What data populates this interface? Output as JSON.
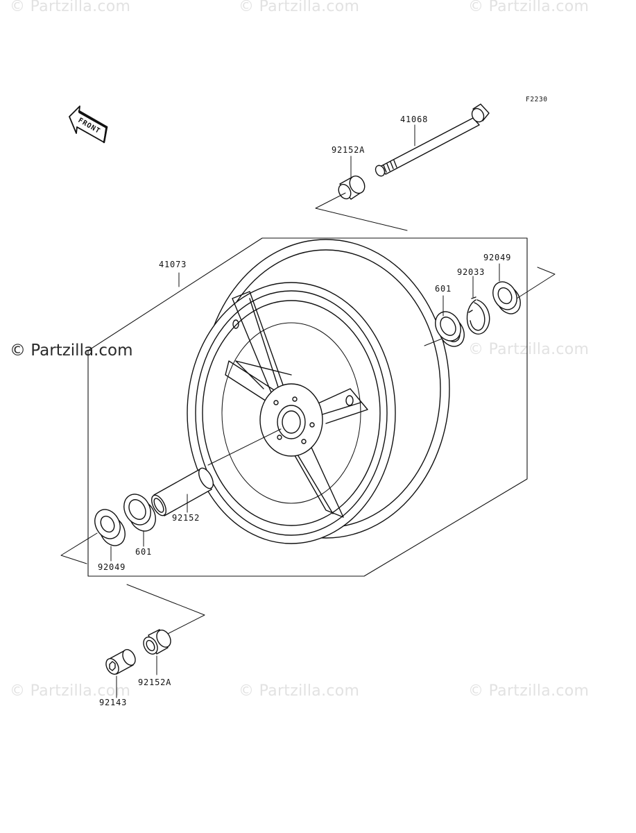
{
  "diagram": {
    "figure_code": "F2230",
    "front_label": "FRONT",
    "parts": {
      "axle": "41068",
      "axle_collar_right": "92152A",
      "wheel": "41073",
      "oil_seal_right": "92049",
      "circlip": "92033",
      "bearing_right": "601",
      "collar_inner": "92152",
      "bearing_left": "601",
      "oil_seal_left": "92049",
      "axle_collar_left": "92152A",
      "axle_nut": "92143"
    }
  },
  "watermarks": {
    "text": "© Partzilla.com",
    "brand": "© Partzilla.com"
  }
}
